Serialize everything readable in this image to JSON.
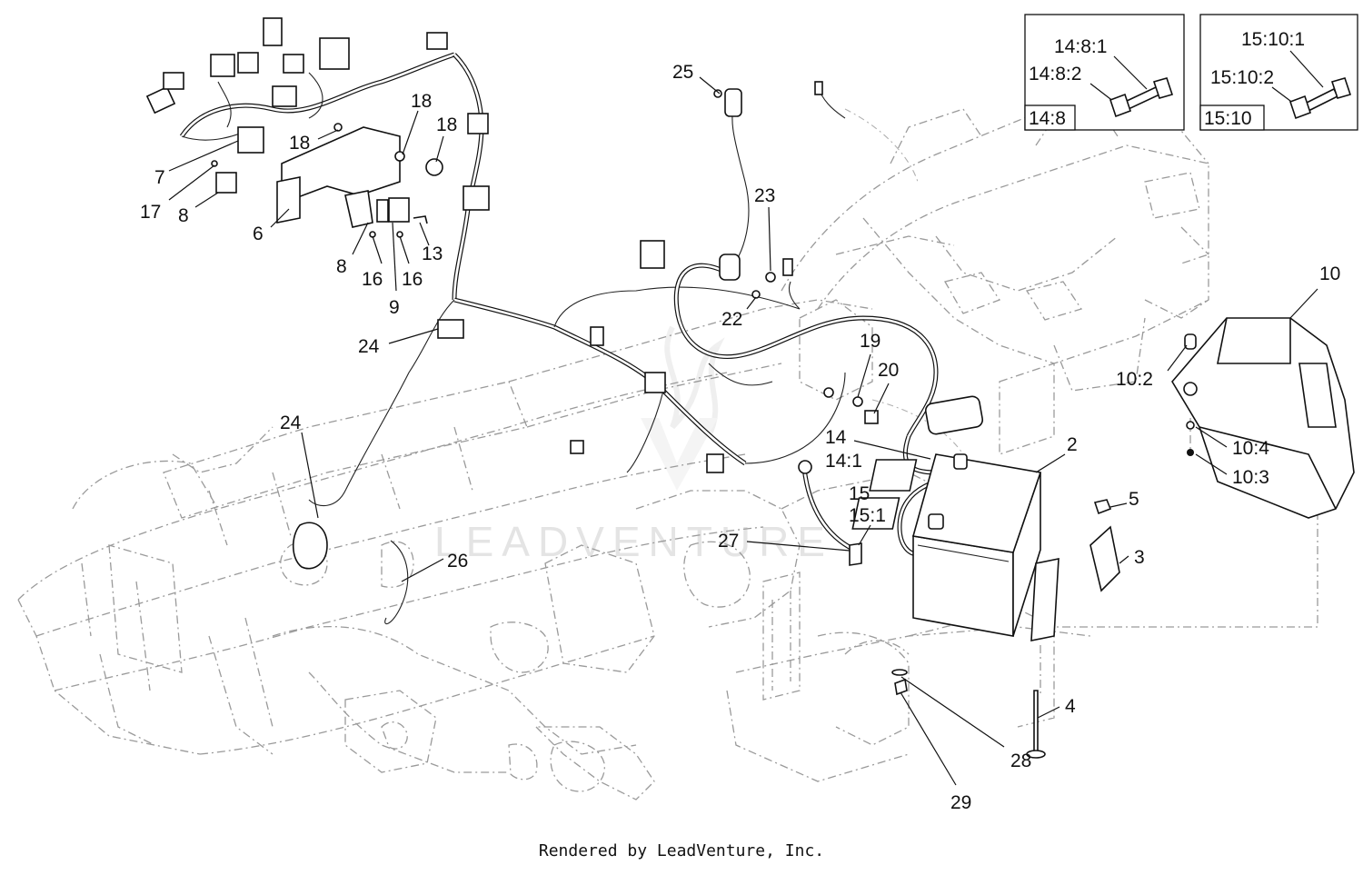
{
  "footer_text": "Rendered by LeadVenture, Inc.",
  "watermark_text": "LEADVENTURE",
  "insets": [
    {
      "box_label": "14:8",
      "parts": [
        "14:8:1",
        "14:8:2"
      ]
    },
    {
      "box_label": "15:10",
      "parts": [
        "15:10:1",
        "15:10:2"
      ]
    }
  ],
  "callouts": [
    "25",
    "18",
    "18",
    "18",
    "7",
    "17",
    "8",
    "6",
    "8",
    "16",
    "16",
    "9",
    "13",
    "24",
    "23",
    "22",
    "19",
    "20",
    "14",
    "14:1",
    "2",
    "15",
    "15:1",
    "27",
    "10",
    "10:2",
    "10:4",
    "10:3",
    "5",
    "3",
    "24",
    "26",
    "4",
    "28",
    "29"
  ]
}
